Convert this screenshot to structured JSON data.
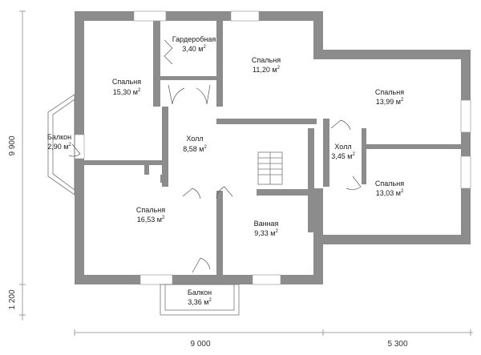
{
  "rooms": [
    {
      "id": "bedroom-nw",
      "name": "Спальня",
      "area_value": "15,30 м",
      "area_unit_sup": "2"
    },
    {
      "id": "wardrobe",
      "name": "Гардеробная",
      "area_value": "3,40 м",
      "area_unit_sup": "2"
    },
    {
      "id": "bedroom-n",
      "name": "Спальня",
      "area_value": "11,20 м",
      "area_unit_sup": "2"
    },
    {
      "id": "bedroom-ne",
      "name": "Спальня",
      "area_value": "13,99 м",
      "area_unit_sup": "2"
    },
    {
      "id": "balcony-w",
      "name": "Балкон",
      "area_value": "2,90 м",
      "area_unit_sup": "2"
    },
    {
      "id": "hall-central",
      "name": "Холл",
      "area_value": "8,58 м",
      "area_unit_sup": "2"
    },
    {
      "id": "hall-east",
      "name": "Холл",
      "area_value": "3,45 м",
      "area_unit_sup": "2"
    },
    {
      "id": "bedroom-se",
      "name": "Спальня",
      "area_value": "13,03 м",
      "area_unit_sup": "2"
    },
    {
      "id": "bedroom-sw",
      "name": "Спальня",
      "area_value": "16,53 м",
      "area_unit_sup": "2"
    },
    {
      "id": "bathroom",
      "name": "Ванная",
      "area_value": "9,33 м",
      "area_unit_sup": "2"
    },
    {
      "id": "balcony-s",
      "name": "Балкон",
      "area_value": "3,36 м",
      "area_unit_sup": "2"
    }
  ],
  "dimensions": {
    "width_main": "9 000",
    "width_wing": "5 300",
    "height_main": "9 900",
    "height_balcony": "1 200"
  },
  "colors": {
    "wall": "#8c8c8c",
    "background": "#ffffff",
    "text": "#1a1a1a"
  }
}
